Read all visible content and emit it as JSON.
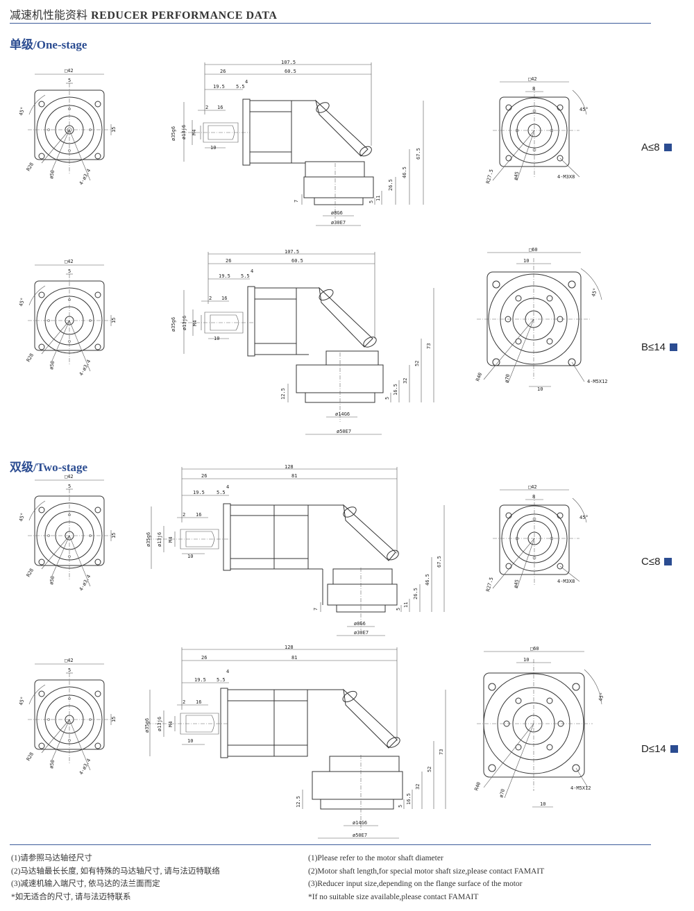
{
  "header": {
    "title_cn": "减速机性能资料",
    "title_en": "REDUCER PERFORMANCE DATA"
  },
  "sections": [
    {
      "label": "单级/One-stage"
    },
    {
      "label": "双级/Two-stage"
    }
  ],
  "ratios": [
    "A≤8",
    "B≤14",
    "C≤8",
    "D≤14"
  ],
  "drawings": {
    "row1": {
      "left": {
        "size": "□42",
        "d5": "5",
        "angle": "45°",
        "d15": "15",
        "r": "R28",
        "pcd": "ø50",
        "holes": "4-ø3.4"
      },
      "side": {
        "l1": "107.5",
        "l2": "26",
        "l3": "60.5",
        "l4": "4",
        "l5": "19.5",
        "l6": "5.5",
        "l7": "2",
        "l8": "16",
        "l9": "10",
        "v1": "ø35g6",
        "v2": "ø13j6",
        "v3": "M4",
        "h1": "67.5",
        "h2": "46.5",
        "h3": "26.5",
        "h4": "11",
        "h5": "5",
        "h6": "7",
        "b1": "ø8G6",
        "b2": "ø30E7"
      },
      "right": {
        "size": "□42",
        "d8": "8",
        "angle": "45°",
        "r": "R27.5",
        "pcd": "ø45",
        "holes": "4-M3X8"
      }
    },
    "row2": {
      "left": {
        "size": "□42",
        "d5": "5",
        "angle": "45°",
        "d15": "15",
        "r": "R28",
        "pcd": "ø50",
        "holes": "4-ø3.4"
      },
      "side": {
        "l1": "107.5",
        "l2": "26",
        "l3": "60.5",
        "l4": "4",
        "l5": "19.5",
        "l6": "5.5",
        "l7": "2",
        "l8": "16",
        "l9": "10",
        "v1": "ø35g6",
        "v2": "ø13j6",
        "v3": "M4",
        "h1": "73",
        "h2": "52",
        "h3": "32",
        "h4": "16.5",
        "h5": "5",
        "h6": "12.5",
        "b1": "ø14G6",
        "b2": "ø50E7"
      },
      "right": {
        "size": "□60",
        "d10": "10",
        "angle": "45°",
        "r": "R40",
        "pcd": "ø70",
        "holes": "4-M5X12",
        "d10b": "10"
      }
    },
    "row3": {
      "left": {
        "size": "□42",
        "d5": "5",
        "angle": "45°",
        "d15": "15",
        "r": "R28",
        "pcd": "ø50",
        "holes": "4-ø3.4"
      },
      "side": {
        "l1": "128",
        "l2": "26",
        "l3": "81",
        "l4": "4",
        "l5": "19.5",
        "l6": "5.5",
        "l7": "2",
        "l8": "16",
        "l9": "10",
        "v1": "ø35g6",
        "v2": "ø13j6",
        "v3": "M4",
        "h1": "67.5",
        "h2": "46.5",
        "h3": "26.5",
        "h4": "11",
        "h5": "5",
        "h6": "7",
        "b1": "ø8G6",
        "b2": "ø30E7"
      },
      "right": {
        "size": "□42",
        "d8": "8",
        "angle": "45°",
        "r": "R27.5",
        "pcd": "ø45",
        "holes": "4-M3X8"
      }
    },
    "row4": {
      "left": {
        "size": "□42",
        "d5": "5",
        "angle": "45°",
        "d15": "15",
        "r": "R28",
        "pcd": "ø50",
        "holes": "4-ø3.4"
      },
      "side": {
        "l1": "128",
        "l2": "26",
        "l3": "81",
        "l4": "4",
        "l5": "19.5",
        "l6": "5.5",
        "l7": "2",
        "l8": "16",
        "l9": "10",
        "v1": "ø35g6",
        "v2": "ø13j6",
        "v3": "M4",
        "h1": "73",
        "h2": "52",
        "h3": "32",
        "h4": "16.5",
        "h5": "5",
        "h6": "12.5",
        "b1": "ø14G6",
        "b2": "ø50E7"
      },
      "right": {
        "size": "□60",
        "d10": "10",
        "angle": "45°",
        "r": "R40",
        "pcd": "ø70",
        "holes": "4-M5X12",
        "d10b": "10"
      }
    }
  },
  "notes_cn": [
    "(1)请参照马达轴径尺寸",
    "(2)马达轴最长长度, 如有特殊的马达轴尺寸, 请与法迈特联络",
    "(3)减速机输入端尺寸, 依马达的法兰面而定",
    "*如无适合的尺寸, 请与法迈特联系"
  ],
  "notes_en": [
    "(1)Please refer to the motor shaft diameter",
    "(2)Motor shaft length,for special motor shaft size,please contact FAMAIT",
    "(3)Reducer input size,depending on the flange surface of the motor",
    "*If no suitable size available,please contact FAMAIT"
  ]
}
